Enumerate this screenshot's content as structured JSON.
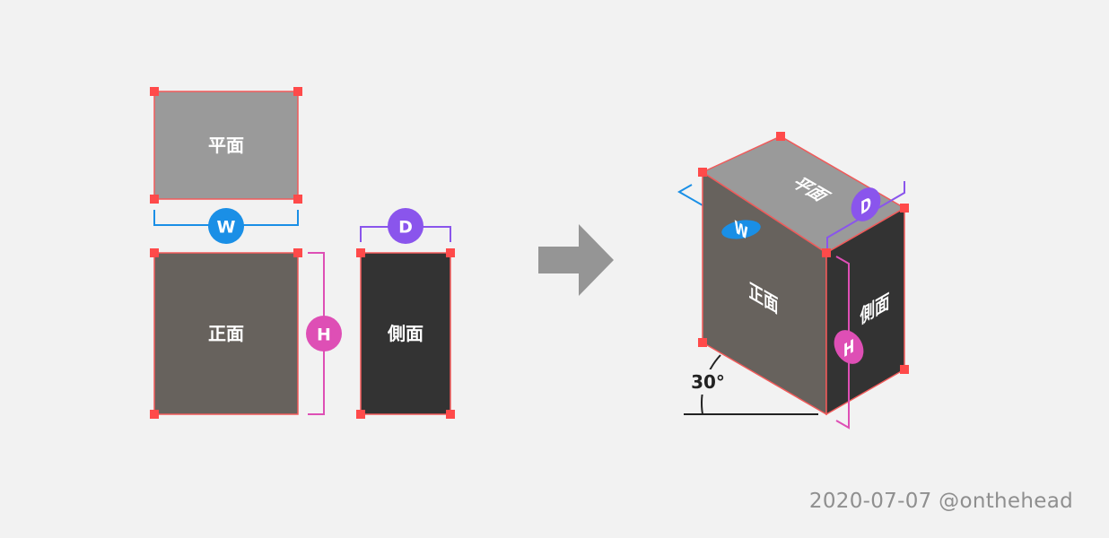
{
  "labels": {
    "plan": "平面",
    "front": "正面",
    "side": "側面"
  },
  "dimensions": {
    "width": "W",
    "height": "H",
    "depth": "D"
  },
  "angle_label": "30°",
  "credit": "2020-07-07 @onthehead",
  "colors": {
    "background": "#f2f2f2",
    "plan_face": "#9a9a9a",
    "front_face": "#67625d",
    "side_face": "#333333",
    "outline": "#f15a5a",
    "handle": "#ff4a4a",
    "width_dim": "#1a8fe6",
    "height_dim": "#de4fb5",
    "depth_dim": "#8a55ec",
    "arrow": "#959595",
    "angle_line": "#222222"
  },
  "icons": {
    "arrow": "right-arrow-icon",
    "handle": "square-handle-icon"
  }
}
